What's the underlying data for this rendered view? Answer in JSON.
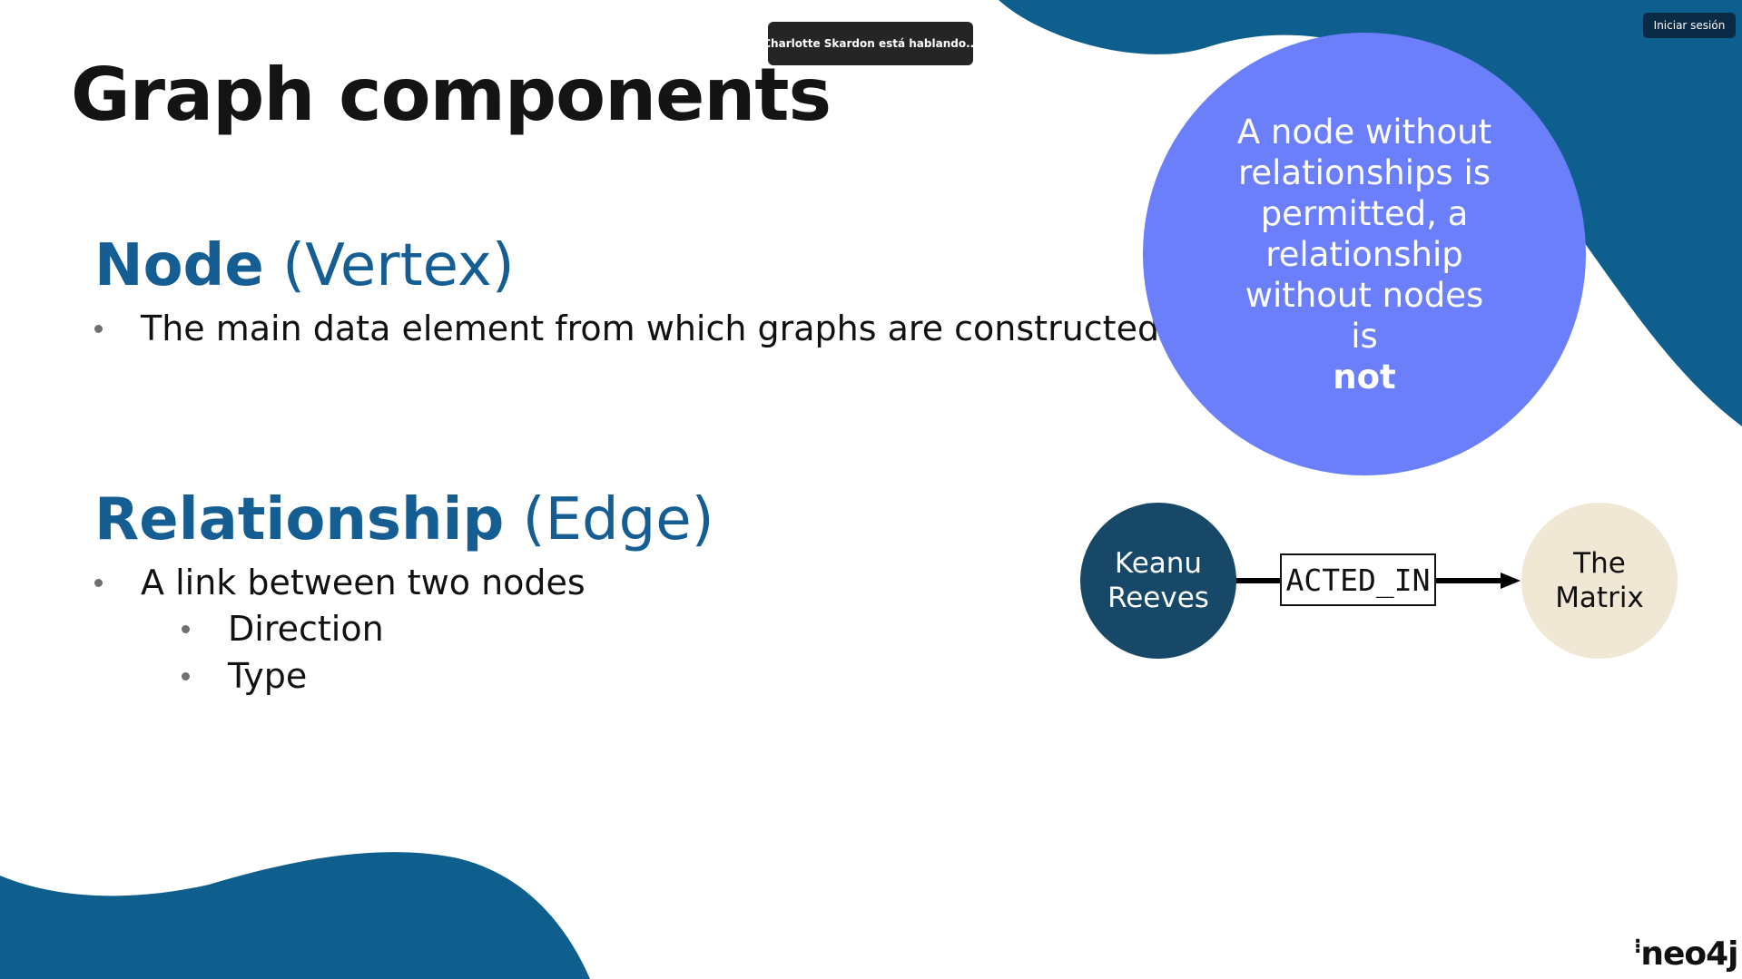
{
  "slide": {
    "title": "Graph components",
    "node_section": {
      "heading_strong": "Node",
      "heading_soft": "(Vertex)",
      "bullets": [
        "The main data element from which graphs are constructed"
      ]
    },
    "relationship_section": {
      "heading_strong": "Relationship",
      "heading_soft": "(Edge)",
      "bullet": "A link between two nodes",
      "sub_bullets": [
        "Direction",
        "Type"
      ]
    },
    "callout": {
      "text": "A node without relationships is permitted, a relationship without nodes is",
      "emphasis": "not"
    },
    "diagram": {
      "source_node": [
        "Keanu",
        "Reeves"
      ],
      "relationship_type": "ACTED_IN",
      "target_node": [
        "The",
        "Matrix"
      ]
    },
    "logo": "neo4j"
  },
  "overlay": {
    "speaking_indicator": "Charlotte Skardon está hablando...",
    "signin_label": "Iniciar sesión"
  },
  "colors": {
    "heading_blue": "#145e93",
    "decor_blue": "#0f5f8e",
    "callout_purple": "#6b7ffa",
    "source_node_fill": "#174867",
    "target_node_fill": "#f0e8d5"
  }
}
